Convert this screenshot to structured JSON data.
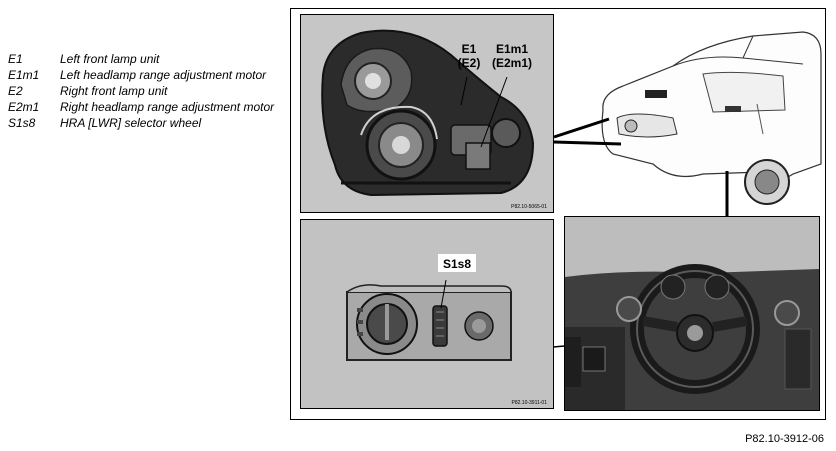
{
  "legend": [
    {
      "code": "E1",
      "description": "Left front lamp unit"
    },
    {
      "code": "E1m1",
      "description": "Left headlamp range adjustment motor"
    },
    {
      "code": "E2",
      "description": "Right front lamp unit"
    },
    {
      "code": "E2m1",
      "description": "Right headlamp range adjustment motor"
    },
    {
      "code": "S1s8",
      "description": "HRA [LWR] selector wheel"
    }
  ],
  "callouts": {
    "e1_line1": "E1",
    "e1_line2": "(E2)",
    "e1m1_line1": "E1m1",
    "e1m1_line2": "(E2m1)",
    "s1s8": "S1s8"
  },
  "panels": {
    "headlamp_ref": "P82.10-5065-01",
    "switch_ref": "P82.10-3911-01"
  },
  "figure_ref": "P82.10-3912-06"
}
